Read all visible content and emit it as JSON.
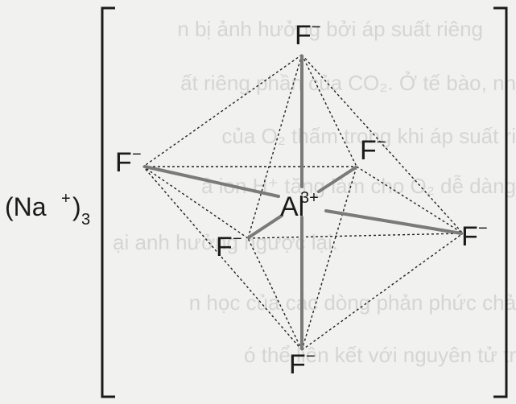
{
  "counter_ion": {
    "open": "(Na",
    "charge": "+",
    "close": ")",
    "count": "3"
  },
  "center": {
    "symbol": "Al",
    "charge": "3+"
  },
  "ligands": [
    {
      "symbol": "F",
      "charge": "−"
    },
    {
      "symbol": "F",
      "charge": "−"
    },
    {
      "symbol": "F",
      "charge": "−"
    },
    {
      "symbol": "F",
      "charge": "−"
    },
    {
      "symbol": "F",
      "charge": "−"
    },
    {
      "symbol": "F",
      "charge": "−"
    }
  ],
  "background_text": [
    "n bị ảnh hưởng bởi áp suất riêng",
    "ất riêng phần của CO₂. Ở tế bào, nh",
    "của O₂ thấm trong khi áp suất ri",
    "ả ion H⁺ tăng làm cho O₂ dễ dàng",
    "ại anh hưởng ngược lại.",
    "n học của các dòng phản phức chả",
    "ó thể liên kết với nguyên tử tr"
  ],
  "colors": {
    "bond": "#7a7a7a",
    "edge": "#222222",
    "text": "#1a1a1a"
  }
}
